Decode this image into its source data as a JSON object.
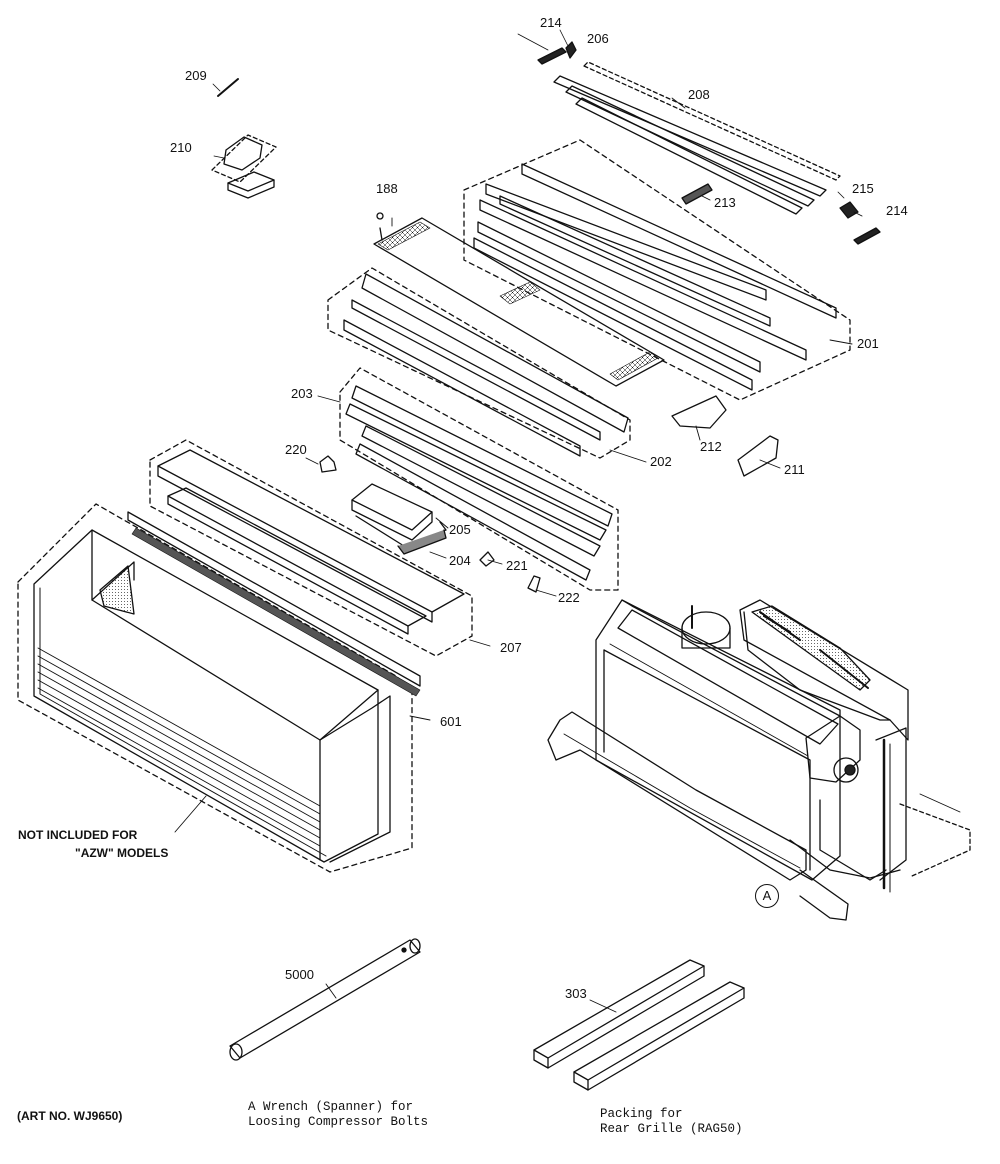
{
  "parts": {
    "p214a": "214",
    "p206": "206",
    "p209": "209",
    "p208": "208",
    "p210": "210",
    "p188": "188",
    "p215": "215",
    "p213": "213",
    "p214b": "214",
    "p201": "201",
    "p203": "203",
    "p212": "212",
    "p202": "202",
    "p220": "220",
    "p211": "211",
    "p205": "205",
    "p204": "204",
    "p221": "221",
    "p222": "222",
    "p207": "207",
    "p601": "601",
    "p5000": "5000",
    "p303": "303"
  },
  "notes": {
    "not_included_line1": "NOT INCLUDED FOR",
    "not_included_line2": "\"AZW\" MODELS",
    "callout_a": "A",
    "art_no": "(ART NO. WJ9650)",
    "wrench_line1": "A Wrench (Spanner) for",
    "wrench_line2": "Loosing Compressor Bolts",
    "packing_line1": "Packing for",
    "packing_line2": "Rear Grille (RAG50)"
  }
}
